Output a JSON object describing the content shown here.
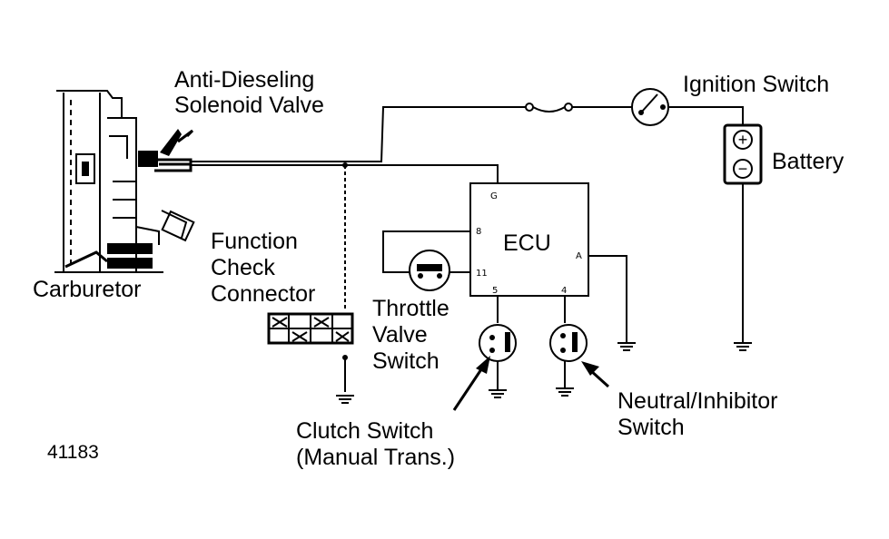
{
  "labels": {
    "anti_dieseling_line1": "Anti-Dieseling",
    "anti_dieseling_line2": "Solenoid Valve",
    "ignition_switch": "Ignition Switch",
    "battery": "Battery",
    "ecu": "ECU",
    "function_check_line1": "Function",
    "function_check_line2": "Check",
    "function_check_line3": "Connector",
    "carburetor": "Carburetor",
    "throttle_line1": "Throttle",
    "throttle_line2": "Valve",
    "throttle_line3": "Switch",
    "clutch_line1": "Clutch Switch",
    "clutch_line2": "(Manual Trans.)",
    "neutral_line1": "Neutral/Inhibitor",
    "neutral_line2": "Switch",
    "figure_number": "41183"
  },
  "ecu_pins": {
    "g": "G",
    "pin8": "8",
    "pin11": "11",
    "pin5": "5",
    "pin4": "4",
    "pin_a": "A"
  },
  "battery_terminals": {
    "positive": "+",
    "negative": "−"
  },
  "colors": {
    "line": "#000000",
    "background": "#ffffff"
  }
}
